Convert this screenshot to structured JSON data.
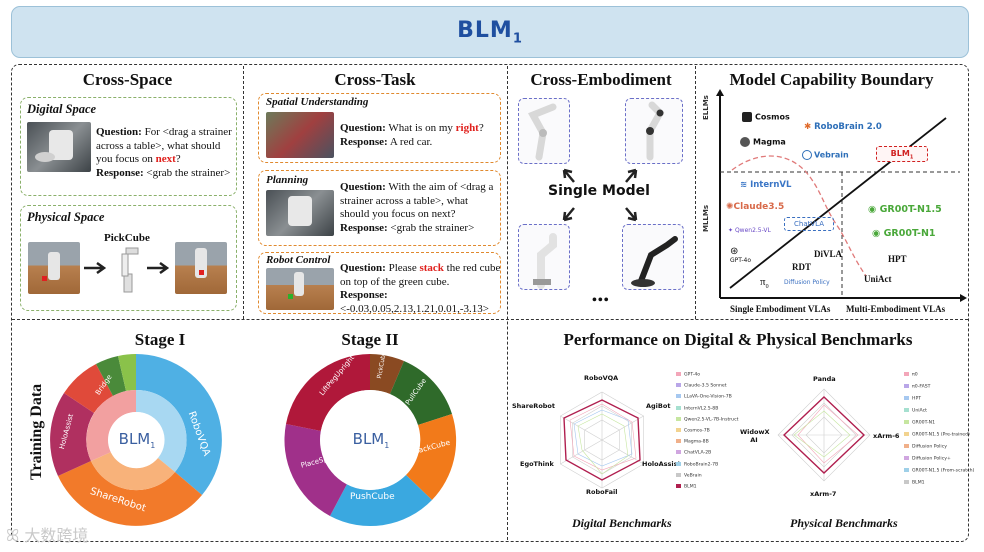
{
  "banner": {
    "title": "BLM",
    "subscript": "1"
  },
  "cross_space": {
    "title": "Cross-Space",
    "digital": {
      "heading": "Digital Space",
      "q_label": "Question:",
      "q_text": "For <drag a strainer across a table>, what should you focus on ",
      "q_highlight": "next",
      "q_end": "?",
      "r_label": "Response:",
      "r_text": "<grab the strainer>"
    },
    "physical": {
      "heading": "Physical  Space",
      "task": "PickCube"
    }
  },
  "cross_task": {
    "title": "Cross-Task",
    "spatial": {
      "heading": "Spatial Understanding",
      "q_label": "Question:",
      "q_text": "What is on my ",
      "q_highlight": "right",
      "q_end": "?",
      "r_label": "Response:",
      "r_text": "A red car."
    },
    "planning": {
      "heading": "Planning",
      "q_label": "Question:",
      "q_text": "With the aim of <drag a strainer across a table>, what should you focus on next?",
      "r_label": "Response:",
      "r_text": "<grab the strainer>"
    },
    "control": {
      "heading": "Robot Control",
      "q_label": "Question:",
      "q_text": "Please ",
      "q_highlight": "stack",
      "q_end": " the red cube on top of the green cube.",
      "r_label": "Response:",
      "r_text": "<-0.03,0.05,2.13,1.21,0.01,-3.13>"
    }
  },
  "cross_embodiment": {
    "title": "Cross-Embodiment",
    "center": "Single Model",
    "ellipsis": "•••"
  },
  "capability": {
    "title": "Model Capability Boundary",
    "y_upper": "ELLMs",
    "y_lower": "MLLMs",
    "x_left": "Single Embodiment VLAs",
    "x_right": "Multi-Embodiment VLAs",
    "models": {
      "cosmos": "Cosmos",
      "magma": "Magma",
      "robobrain": "RoboBrain 2.0",
      "vebrain": "Vebrain",
      "blm": "BLM",
      "blm_sub": "1",
      "internvl": "InternVL",
      "claude": "Claude3.5",
      "chatvla": "ChatVLA",
      "qwen": "Qwen2.5-VL",
      "gpt": "GPT-4o",
      "gr00t15": "GR00T-N1.5",
      "gr00t": "GR00T-N1",
      "divla": "DiVLA",
      "rdt": "RDT",
      "pi0": "π",
      "pi0_sub": "0",
      "diffusion": "Diffusion Policy",
      "hpt": "HPT",
      "uniact": "UniAct"
    }
  },
  "training": {
    "side_label": "Training Data",
    "stage1": "Stage I",
    "stage2": "Stage II",
    "center": "BLM",
    "center_sub": "1",
    "stage1_labels": {
      "robovqa": "RoboVQA",
      "sharerobot": "ShareRobot",
      "holoassist": "HoloAssist",
      "bridge": "Bridge"
    },
    "stage2_labels": {
      "liftpeg": "LiftPegUpright",
      "pickcube": "PickCube",
      "pullcube": "PullCube",
      "stackcube": "StackCube",
      "pushcube": "PushCube",
      "placesphere": "PlaceSphere"
    }
  },
  "performance": {
    "title": "Performance on Digital & Physical Benchmarks",
    "digital_caption": "Digital Benchmarks",
    "physical_caption": "Physical Benchmarks",
    "digital_axes": [
      "RoboVQA",
      "AgiBot",
      "HoloAssist",
      "RoboFail",
      "EgoThink",
      "ShareRobot"
    ],
    "physical_axes": [
      "Panda",
      "xArm-6",
      "xArm-7",
      "WidowX AI"
    ],
    "digital_legend": [
      "GPT-4o",
      "Claude-3.5 Sonnet",
      "LLaVA-One-Vision-7B",
      "InternVL2.5-8B",
      "Qwen2.5-VL-7B-Instruct",
      "Cosmos-7B",
      "Magma-8B",
      "ChatVLA-2B",
      "RoboBrain2-7B",
      "VeBrain",
      "BLM1"
    ],
    "physical_legend": [
      "π0",
      "π0-FAST",
      "HPT",
      "UniAct",
      "GR00T-N1",
      "GR00T-N1.5 (Pre-trained)",
      "Diffusion Policy",
      "Diffusion Policy+",
      "GR00T-N1.5 (From-scratch)",
      "BLM1"
    ],
    "legend_colors": [
      "#f3a6b9",
      "#b9a6e8",
      "#a6c8f0",
      "#a6e0d0",
      "#c6e6a0",
      "#f2d38f",
      "#f0b08a",
      "#d0a6e0",
      "#9fd0e8",
      "#c8c8c8",
      "#b01f4f"
    ]
  },
  "watermark": "大数跨境"
}
